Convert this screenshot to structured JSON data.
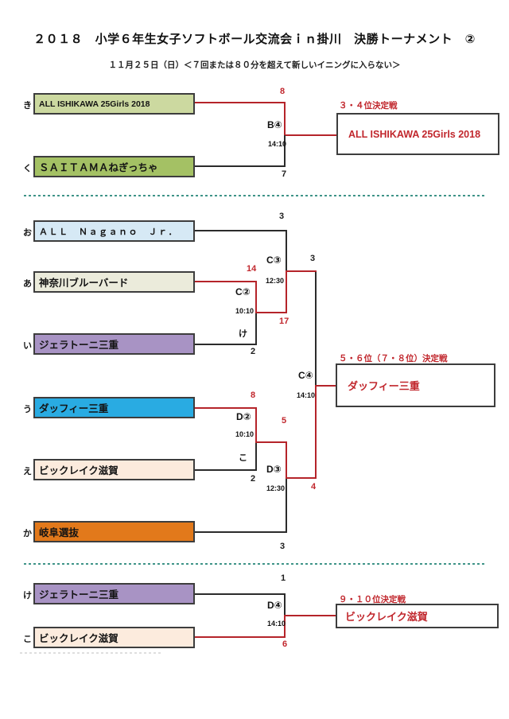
{
  "header": {
    "title": "２０１８　小学６年生女子ソフトボール交流会ｉｎ掛川　決勝トーナメント　②",
    "subtitle": "１１月２５日（日）＜７回または８０分を超えて新しいイニングに入らない＞"
  },
  "teams": [
    {
      "seed": "き",
      "name": "ALL ISHIKAWA 25Girls 2018",
      "color": "#ccd9a0"
    },
    {
      "seed": "く",
      "name": "ＳＡＩＴＡＭＡねぎっちゃ",
      "color": "#a4c164"
    },
    {
      "seed": "お",
      "name": "ＡＬＬ　Ｎａｇａｎｏ　Ｊｒ．",
      "color": "#d6e9f5"
    },
    {
      "seed": "あ",
      "name": "神奈川ブルーバード",
      "color": "#ebebdb"
    },
    {
      "seed": "い",
      "name": "ジェラトーニ三重",
      "color": "#a893c4"
    },
    {
      "seed": "う",
      "name": "ダッフィー三重",
      "color": "#29abe2"
    },
    {
      "seed": "え",
      "name": "ビックレイク滋賀",
      "color": "#fcebdd"
    },
    {
      "seed": "か",
      "name": "岐阜選抜",
      "color": "#e2791b"
    },
    {
      "seed": "け",
      "name": "ジェラトーニ三重",
      "color": "#a893c4"
    },
    {
      "seed": "こ",
      "name": "ビックレイク滋賀",
      "color": "#fcebdd"
    }
  ],
  "matches": [
    {
      "id": "B④",
      "time": "14:10"
    },
    {
      "id": "C②",
      "time": "10:10"
    },
    {
      "id": "C③",
      "time": "12:30"
    },
    {
      "id": "C④",
      "time": "14:10"
    },
    {
      "id": "D②",
      "time": "10:10"
    },
    {
      "id": "D③",
      "time": "12:30"
    },
    {
      "id": "D④",
      "time": "14:10"
    }
  ],
  "scores": {
    "b4_top": "8",
    "b4_bottom": "7",
    "c2_top": "14",
    "c2_bottom": "2",
    "c3_top": "3",
    "c3_bottom": "17",
    "c4_top": "3",
    "c4_bottom": "4",
    "d2_top": "8",
    "d2_bottom": "2",
    "d3_top": "5",
    "d3_bottom": "3",
    "d4_top": "1",
    "d4_bottom": "6"
  },
  "junction_labels": {
    "ke": "け",
    "ko": "こ"
  },
  "results": [
    {
      "heading": "３・４位決定戦",
      "winner": "ALL ISHIKAWA 25Girls 2018"
    },
    {
      "heading": "５・６位（７・８位）決定戦",
      "winner": "ダッフィー三重"
    },
    {
      "heading": "９・１０位決定戦",
      "winner": "ビックレイク滋賀"
    }
  ],
  "colors": {
    "accent_red": "#c1272d",
    "line_red": "#b5242a",
    "line_black": "#2b2b2b",
    "divider_teal": "#3f9488",
    "box_border": "#3d3d3d"
  }
}
